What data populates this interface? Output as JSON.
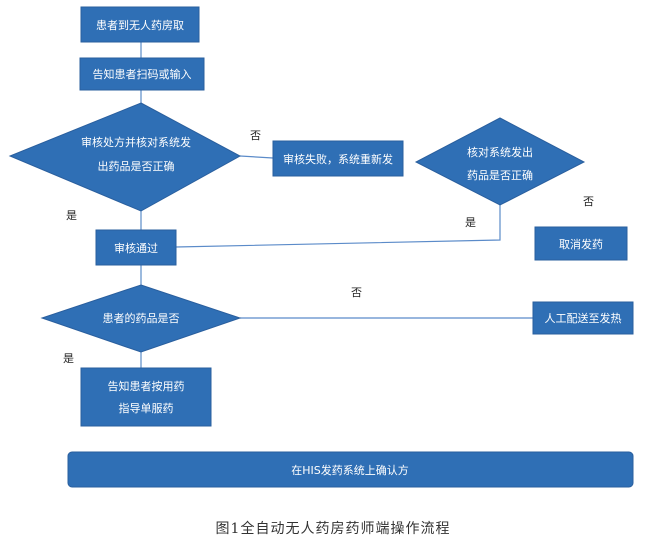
{
  "colors": {
    "node_fill": "#2F6FB5",
    "node_stroke": "#2A5F9E",
    "edge": "#5B8BC9",
    "node_text": "#ffffff"
  },
  "nodes": {
    "start": "患者到无人药房取",
    "notify_scan": "告知患者扫码或输入",
    "check_rx_line1": "审核处方并核对系统发",
    "check_rx_line2": "出药品是否正确",
    "review_fail": "审核失败，系统重新发",
    "verify_line1": "核对系统发出",
    "verify_line2": "药品是否正确",
    "review_pass": "审核通过",
    "cancel": "取消发药",
    "patient_drug_q": "患者的药品是否",
    "manual_delivery": "人工配送至发热",
    "notify_guide_line1": "告知患者按用药",
    "notify_guide_line2": "指导单服药",
    "confirm_his": "在HIS发药系统上确认方"
  },
  "labels": {
    "no_1": "否",
    "yes_1": "是",
    "yes_2": "是",
    "no_2": "否",
    "no_3": "否",
    "yes_3": "是"
  },
  "caption": "图1全自动无人药房药师端操作流程"
}
